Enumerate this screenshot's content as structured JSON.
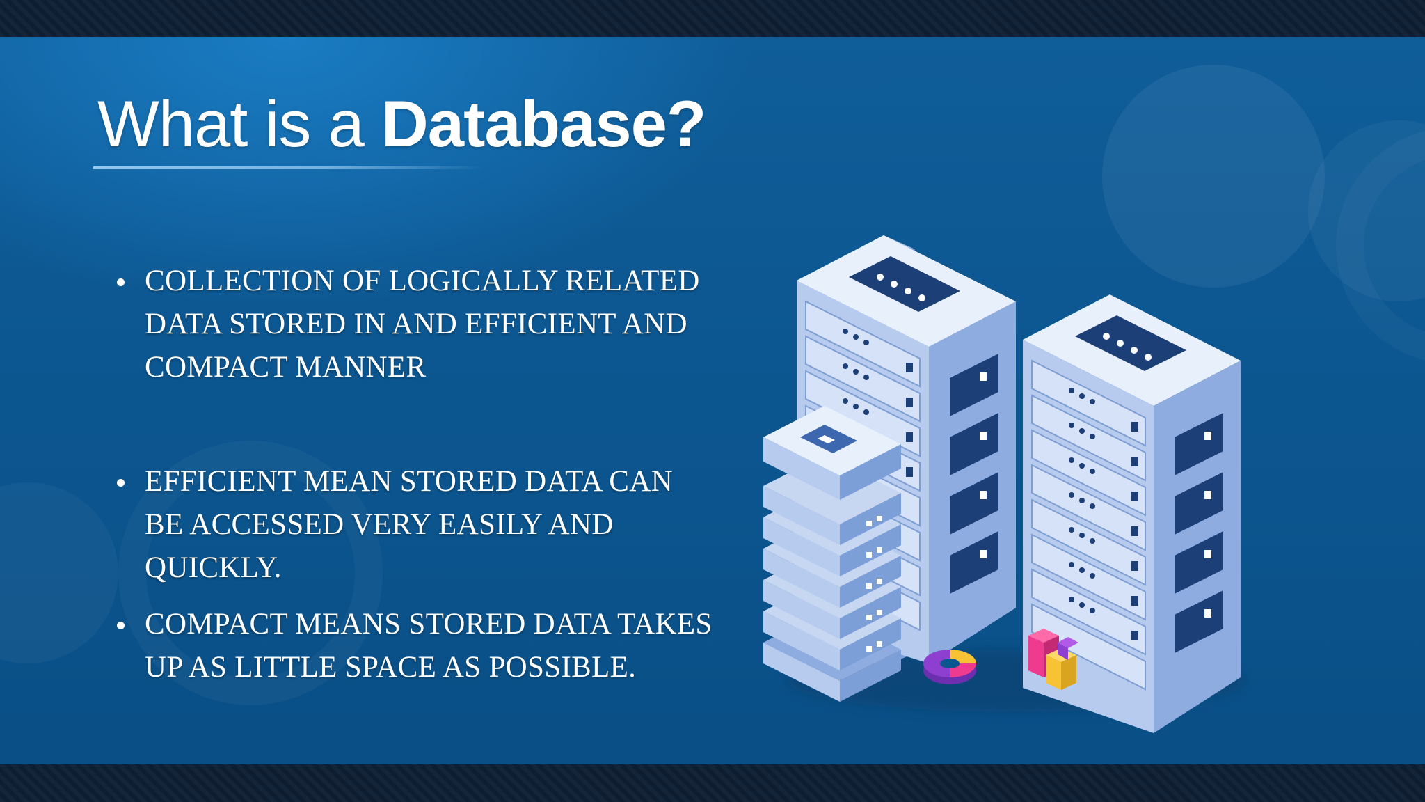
{
  "slide": {
    "title_light": "What is a ",
    "title_bold": "Database?",
    "bullets": [
      "COLLECTION OF LOGICALLY RELATED DATA STORED IN AND EFFICIENT AND COMPACT MANNER",
      "EFFICIENT MEAN STORED DATA CAN BE ACCESSED VERY EASILY AND QUICKLY.",
      "COMPACT MEANS STORED DATA TAKES UP AS LITTLE SPACE AS POSSIBLE."
    ]
  },
  "illustration": {
    "icon": "database-servers-illustration",
    "colors": {
      "server_top": "#e8f0fb",
      "server_front": "#a9c2ea",
      "server_side": "#7d9fd8",
      "panel_dark": "#1c3f78",
      "accent_pink": "#ef3b8f",
      "accent_yellow": "#f7c234",
      "accent_purple": "#8e3fd0"
    }
  }
}
